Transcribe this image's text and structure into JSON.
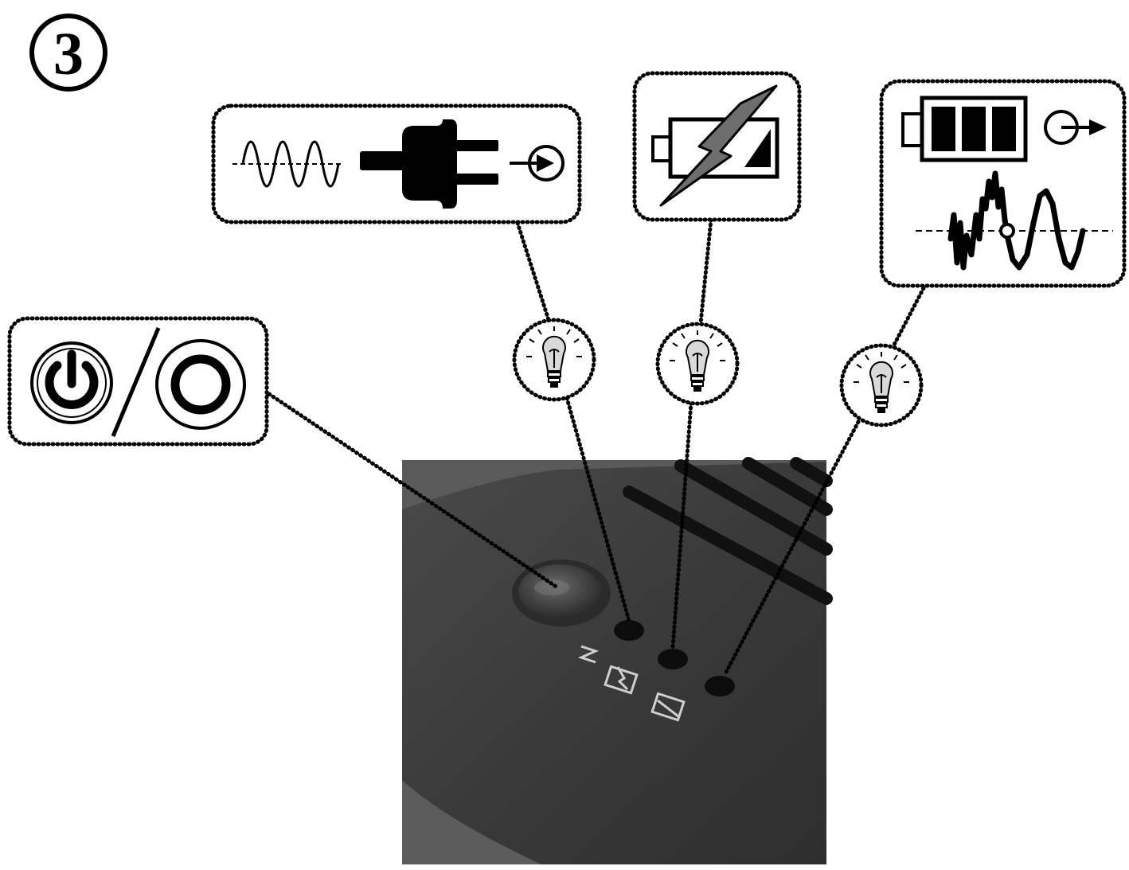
{
  "step": {
    "number": "3"
  },
  "colors": {
    "ink": "#000000",
    "background": "#ffffff",
    "device_body": "#3a3a3a",
    "led": "#0c0c0c",
    "bolt_fill": "#6e6e6e",
    "bulb_fill": "#d9d9d9"
  },
  "callouts": [
    {
      "id": "power",
      "icons": [
        "power-standby-icon",
        "off-circle-icon"
      ]
    },
    {
      "id": "mains-led",
      "icons": [
        "ac-sine-wave-icon",
        "power-plug-icon",
        "output-arrow-icon"
      ],
      "indicator": "light-bulb-icon"
    },
    {
      "id": "charging-led",
      "icons": [
        "battery-charging-icon"
      ],
      "indicator": "light-bulb-icon"
    },
    {
      "id": "battery-mode-led",
      "icons": [
        "battery-full-icon",
        "output-arrow-icon",
        "distorted-waveform-icon"
      ],
      "indicator": "light-bulb-icon"
    }
  ]
}
